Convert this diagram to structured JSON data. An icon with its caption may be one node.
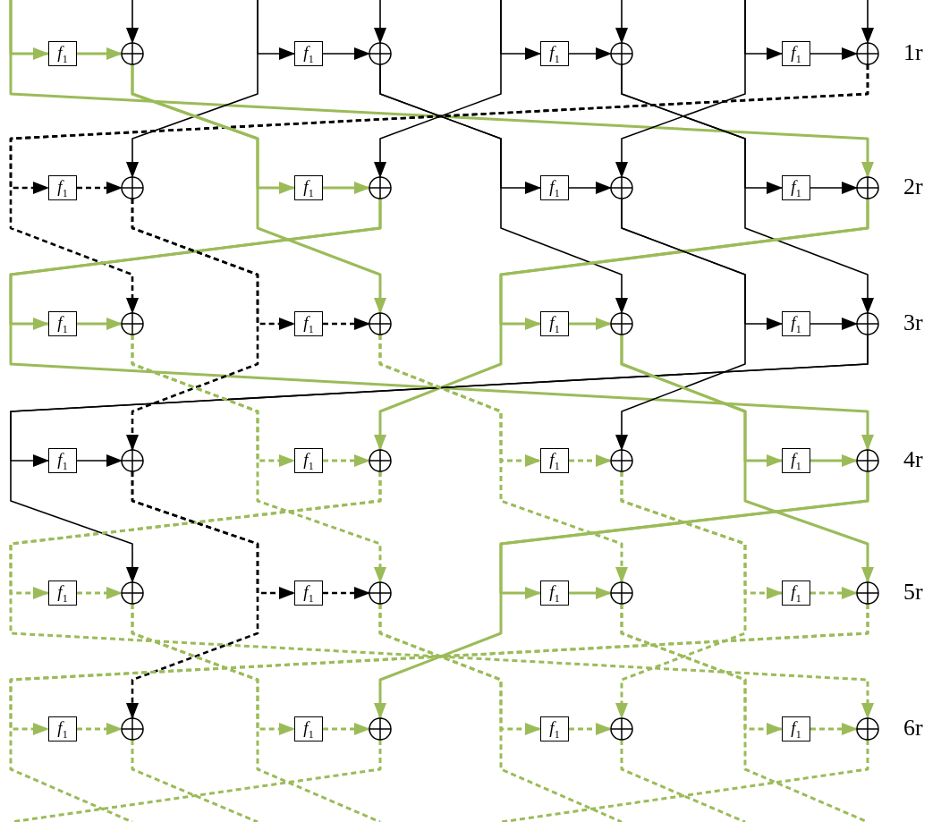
{
  "diagram": {
    "nodes": [
      {
        "text": [
          "*f*$_{1}$"
        ]
      },
      {
        "text": [],
        "shape": "circle"
      },
      {
        "text": [
          "*f*$_{1}$"
        ]
      },
      {
        "text": [],
        "shape": "circle"
      },
      {
        "text": [
          "*f*$_{1}$"
        ]
      },
      {
        "text": [],
        "shape": "circle"
      },
      {
        "text": [
          "*f*$_{1}$"
        ]
      },
      {
        "text": [],
        "shape": "circle"
      },
      {
        "text": [
          "*f*$_{1}$"
        ]
      },
      {
        "text": [],
        "shape": "circle"
      },
      {
        "text": [
          "*f*$_{1}$"
        ]
      },
      {
        "text": [],
        "shape": "circle"
      },
      {
        "text": [
          "*f*$_{1}$"
        ]
      },
      {
        "text": [],
        "shape": "circle"
      },
      {
        "text": [
          "*f*$_{1}$"
        ]
      },
      {
        "text": [],
        "shape": "circle"
      },
      {
        "text": [
          "*f*$_{1}$"
        ]
      },
      {
        "text": [],
        "shape": "circle"
      },
      {
        "text": [
          "*f*$_{1}$"
        ]
      },
      {
        "text": [],
        "shape": "circle"
      },
      {
        "text": [
          "*f*$_{1}$"
        ]
      },
      {
        "text": [],
        "shape": "circle"
      },
      {
        "text": [
          "*f*$_{1}$"
        ]
      },
      {
        "text": [],
        "shape": "circle"
      },
      {
        "text": [
          "*f*$_{1}$"
        ]
      },
      {
        "text": [],
        "shape": "circle"
      },
      {
        "text": [
          "*f*$_{1}$"
        ]
      },
      {
        "text": [],
        "shape": "circle"
      },
      {
        "text": [
          "*f*$_{1}$"
        ]
      },
      {
        "text": [],
        "shape": "circle"
      },
      {
        "text": [
          "*f*$_{1}$"
        ]
      },
      {
        "text": [],
        "shape": "circle"
      },
      {
        "text": [
          "*f*$_{1}$"
        ]
      },
      {
        "text": [],
        "shape": "circle"
      },
      {
        "text": [
          "*f*$_{1}$"
        ]
      },
      {
        "text": [],
        "shape": "circle"
      },
      {
        "text": [
          "*f*$_{1}$"
        ]
      },
      {
        "text": [],
        "shape": "circle"
      },
      {
        "text": [
          "*f*$_{1}$"
        ]
      },
      {
        "text": [],
        "shape": "circle"
      },
      {
        "text": [
          "*f*$_{1}$"
        ]
      },
      {
        "text": [],
        "shape": "circle"
      },
      {
        "text": [
          "*f*$_{1}$"
        ]
      },
      {
        "text": [],
        "shape": "circle"
      },
      {
        "text": [
          "*f*$_{1}$"
        ]
      },
      {
        "text": [],
        "shape": "circle"
      },
      {
        "text": [
          "*f*$_{1}$"
        ]
      },
      {
        "text": [],
        "shape": "circle"
      }
    ],
    "edges": [
      {
        "from": null,
        "to": 1,
        "arrow": "to",
        "color": "#000000"
      },
      {
        "from": null,
        "to": 3,
        "arrow": "to",
        "color": "#000000"
      },
      {
        "from": null,
        "to": 5,
        "arrow": "to",
        "color": "#000000"
      },
      {
        "from": null,
        "to": 7,
        "arrow": "to",
        "color": "#000000"
      },
      {
        "from": null,
        "to": 0,
        "arrow": "to"
      },
      {
        "from": null,
        "to": 15,
        "arrow": "to"
      },
      {
        "from": 0,
        "to": 1,
        "arrow": "to"
      },
      {
        "from": null,
        "to": 2,
        "arrow": "to",
        "color": "#000000"
      },
      {
        "from": null,
        "to": 9,
        "arrow": "to",
        "color": "#000000"
      },
      {
        "from": 2,
        "to": 3,
        "arrow": "to",
        "color": "#000000"
      },
      {
        "from": null,
        "to": 4,
        "arrow": "to",
        "color": "#000000"
      },
      {
        "from": null,
        "to": 11,
        "arrow": "to",
        "color": "#000000"
      },
      {
        "from": 4,
        "to": 5,
        "arrow": "to",
        "color": "#000000"
      },
      {
        "from": null,
        "to": 6,
        "arrow": "to",
        "color": "#000000"
      },
      {
        "from": null,
        "to": 13,
        "arrow": "to",
        "color": "#000000"
      },
      {
        "from": 6,
        "to": 7,
        "arrow": "to",
        "color": "#000000"
      },
      {
        "from": 7,
        "to": 8,
        "arrow": "to",
        "style": "dashed",
        "color": "#000000"
      },
      {
        "from": 7,
        "to": 17,
        "arrow": "to",
        "style": "dashed",
        "color": "#000000"
      },
      {
        "from": 8,
        "to": 9,
        "arrow": "to",
        "style": "dashed",
        "color": "#000000"
      },
      {
        "from": 1,
        "to": 10,
        "arrow": "to"
      },
      {
        "from": 1,
        "to": 19,
        "arrow": "to"
      },
      {
        "from": 10,
        "to": 11,
        "arrow": "to"
      },
      {
        "from": 3,
        "to": 12,
        "arrow": "to",
        "color": "#000000"
      },
      {
        "from": 3,
        "to": 21,
        "arrow": "to",
        "color": "#000000"
      },
      {
        "from": 12,
        "to": 13,
        "arrow": "to",
        "color": "#000000"
      },
      {
        "from": 5,
        "to": 14,
        "arrow": "to",
        "color": "#000000"
      },
      {
        "from": 5,
        "to": 23,
        "arrow": "to",
        "color": "#000000"
      },
      {
        "from": 14,
        "to": 15,
        "arrow": "to",
        "color": "#000000"
      },
      {
        "from": 11,
        "to": 16,
        "arrow": "to"
      },
      {
        "from": 11,
        "to": 31,
        "arrow": "to"
      },
      {
        "from": 16,
        "to": 17,
        "arrow": "to"
      },
      {
        "from": 9,
        "to": 18,
        "arrow": "to",
        "style": "dashed",
        "color": "#000000"
      },
      {
        "from": 9,
        "to": 25,
        "arrow": "to",
        "style": "dashed",
        "color": "#000000"
      },
      {
        "from": 18,
        "to": 19,
        "arrow": "to",
        "style": "dashed",
        "color": "#000000"
      },
      {
        "from": 15,
        "to": 20,
        "arrow": "to"
      },
      {
        "from": 15,
        "to": 27,
        "arrow": "to"
      },
      {
        "from": 20,
        "to": 21,
        "arrow": "to"
      },
      {
        "from": 13,
        "to": 22,
        "arrow": "to",
        "color": "#000000"
      },
      {
        "from": 13,
        "to": 29,
        "arrow": "to",
        "color": "#000000"
      },
      {
        "from": 22,
        "to": 23,
        "arrow": "to",
        "color": "#000000"
      },
      {
        "from": 23,
        "to": 24,
        "arrow": "to",
        "color": "#000000"
      },
      {
        "from": 23,
        "to": 33,
        "arrow": "to",
        "color": "#000000"
      },
      {
        "from": 24,
        "to": 25,
        "arrow": "to",
        "color": "#000000"
      },
      {
        "from": 17,
        "to": 26,
        "arrow": "to",
        "style": "dashed"
      },
      {
        "from": 17,
        "to": 35,
        "arrow": "to",
        "style": "dashed"
      },
      {
        "from": 26,
        "to": 27,
        "arrow": "to",
        "style": "dashed"
      },
      {
        "from": 19,
        "to": 28,
        "arrow": "to",
        "style": "dashed"
      },
      {
        "from": 19,
        "to": 37,
        "arrow": "to",
        "style": "dashed"
      },
      {
        "from": 28,
        "to": 29,
        "arrow": "to",
        "style": "dashed"
      },
      {
        "from": 21,
        "to": 30,
        "arrow": "to"
      },
      {
        "from": 21,
        "to": 39,
        "arrow": "to"
      },
      {
        "from": 30,
        "to": 31,
        "arrow": "to"
      },
      {
        "from": 27,
        "to": 32,
        "arrow": "to",
        "style": "dashed"
      },
      {
        "from": 27,
        "to": 47,
        "arrow": "to",
        "style": "dashed"
      },
      {
        "from": 32,
        "to": 33,
        "arrow": "to",
        "style": "dashed"
      },
      {
        "from": 25,
        "to": 34,
        "arrow": "to",
        "style": "dashed",
        "color": "#000000"
      },
      {
        "from": 25,
        "to": 41,
        "arrow": "to",
        "style": "dashed",
        "color": "#000000"
      },
      {
        "from": 34,
        "to": 35,
        "arrow": "to",
        "style": "dashed",
        "color": "#000000"
      },
      {
        "from": 31,
        "to": 36,
        "arrow": "to"
      },
      {
        "from": 31,
        "to": 43,
        "arrow": "to"
      },
      {
        "from": 36,
        "to": 37,
        "arrow": "to"
      },
      {
        "from": 29,
        "to": 38,
        "arrow": "to",
        "style": "dashed"
      },
      {
        "from": 29,
        "to": 45,
        "arrow": "to",
        "style": "dashed"
      },
      {
        "from": 38,
        "to": 39,
        "arrow": "to",
        "style": "dashed"
      },
      {
        "from": 39,
        "to": 40,
        "arrow": "to",
        "style": "dashed"
      },
      {
        "from": 39,
        "to": null,
        "arrow": "none",
        "style": "dashed"
      },
      {
        "from": 40,
        "to": 41,
        "arrow": "to",
        "style": "dashed"
      },
      {
        "from": 33,
        "to": 42,
        "arrow": "to",
        "style": "dashed"
      },
      {
        "from": 33,
        "to": null,
        "arrow": "none",
        "style": "dashed"
      },
      {
        "from": 42,
        "to": 43,
        "arrow": "to",
        "style": "dashed"
      },
      {
        "from": 35,
        "to": 44,
        "arrow": "to",
        "style": "dashed"
      },
      {
        "from": 35,
        "to": null,
        "arrow": "none",
        "style": "dashed"
      },
      {
        "from": 44,
        "to": 45,
        "arrow": "to",
        "style": "dashed"
      },
      {
        "from": 37,
        "to": 46,
        "arrow": "to",
        "style": "dashed"
      },
      {
        "from": 37,
        "to": null,
        "arrow": "none",
        "style": "dashed"
      },
      {
        "from": 46,
        "to": 47,
        "arrow": "to",
        "style": "dashed"
      },
      {
        "from": 41,
        "to": null,
        "arrow": "none",
        "style": "dashed"
      },
      {
        "from": 43,
        "to": null,
        "arrow": "none",
        "style": "dashed"
      },
      {
        "from": 45,
        "to": null,
        "arrow": "none",
        "style": "dashed"
      },
      {
        "from": 47,
        "to": null,
        "arrow": "none",
        "style": "dashed"
      }
    ],
    "labels": [
      "1r",
      "2r",
      "3r",
      "4r",
      "5r",
      "6r"
    ]
  }
}
